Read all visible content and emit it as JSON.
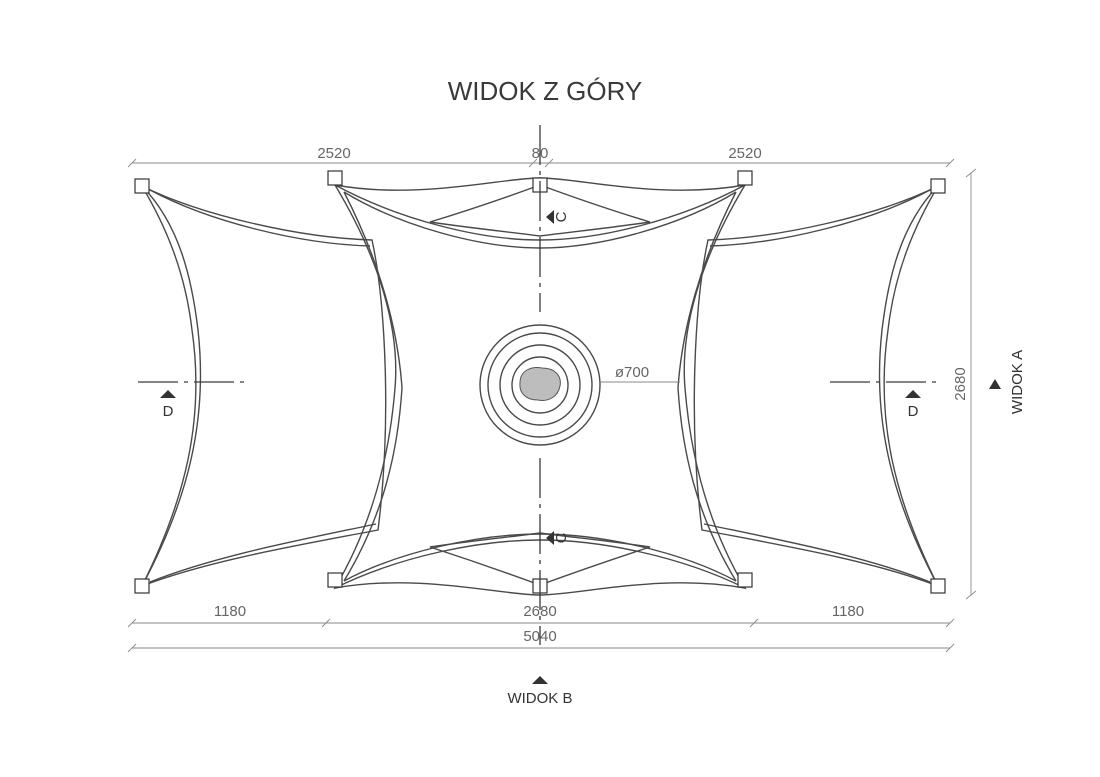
{
  "title": "WIDOK Z GÓRY",
  "dimensions": {
    "top_left": "2520",
    "top_center": "80",
    "top_right": "2520",
    "bottom_left": "1180",
    "bottom_center": "2680",
    "bottom_right": "1180",
    "overall": "5040",
    "right_height": "2680",
    "diameter": "ø700"
  },
  "section_marks": {
    "left": "D",
    "right": "D",
    "top": "C",
    "bottom": "C"
  },
  "views": {
    "side": "WIDOK A",
    "front": "WIDOK B"
  },
  "colors": {
    "lines": "#3a3a3a",
    "mesh": "#c8c8c8",
    "dimension_lines": "#8a8a8a"
  }
}
